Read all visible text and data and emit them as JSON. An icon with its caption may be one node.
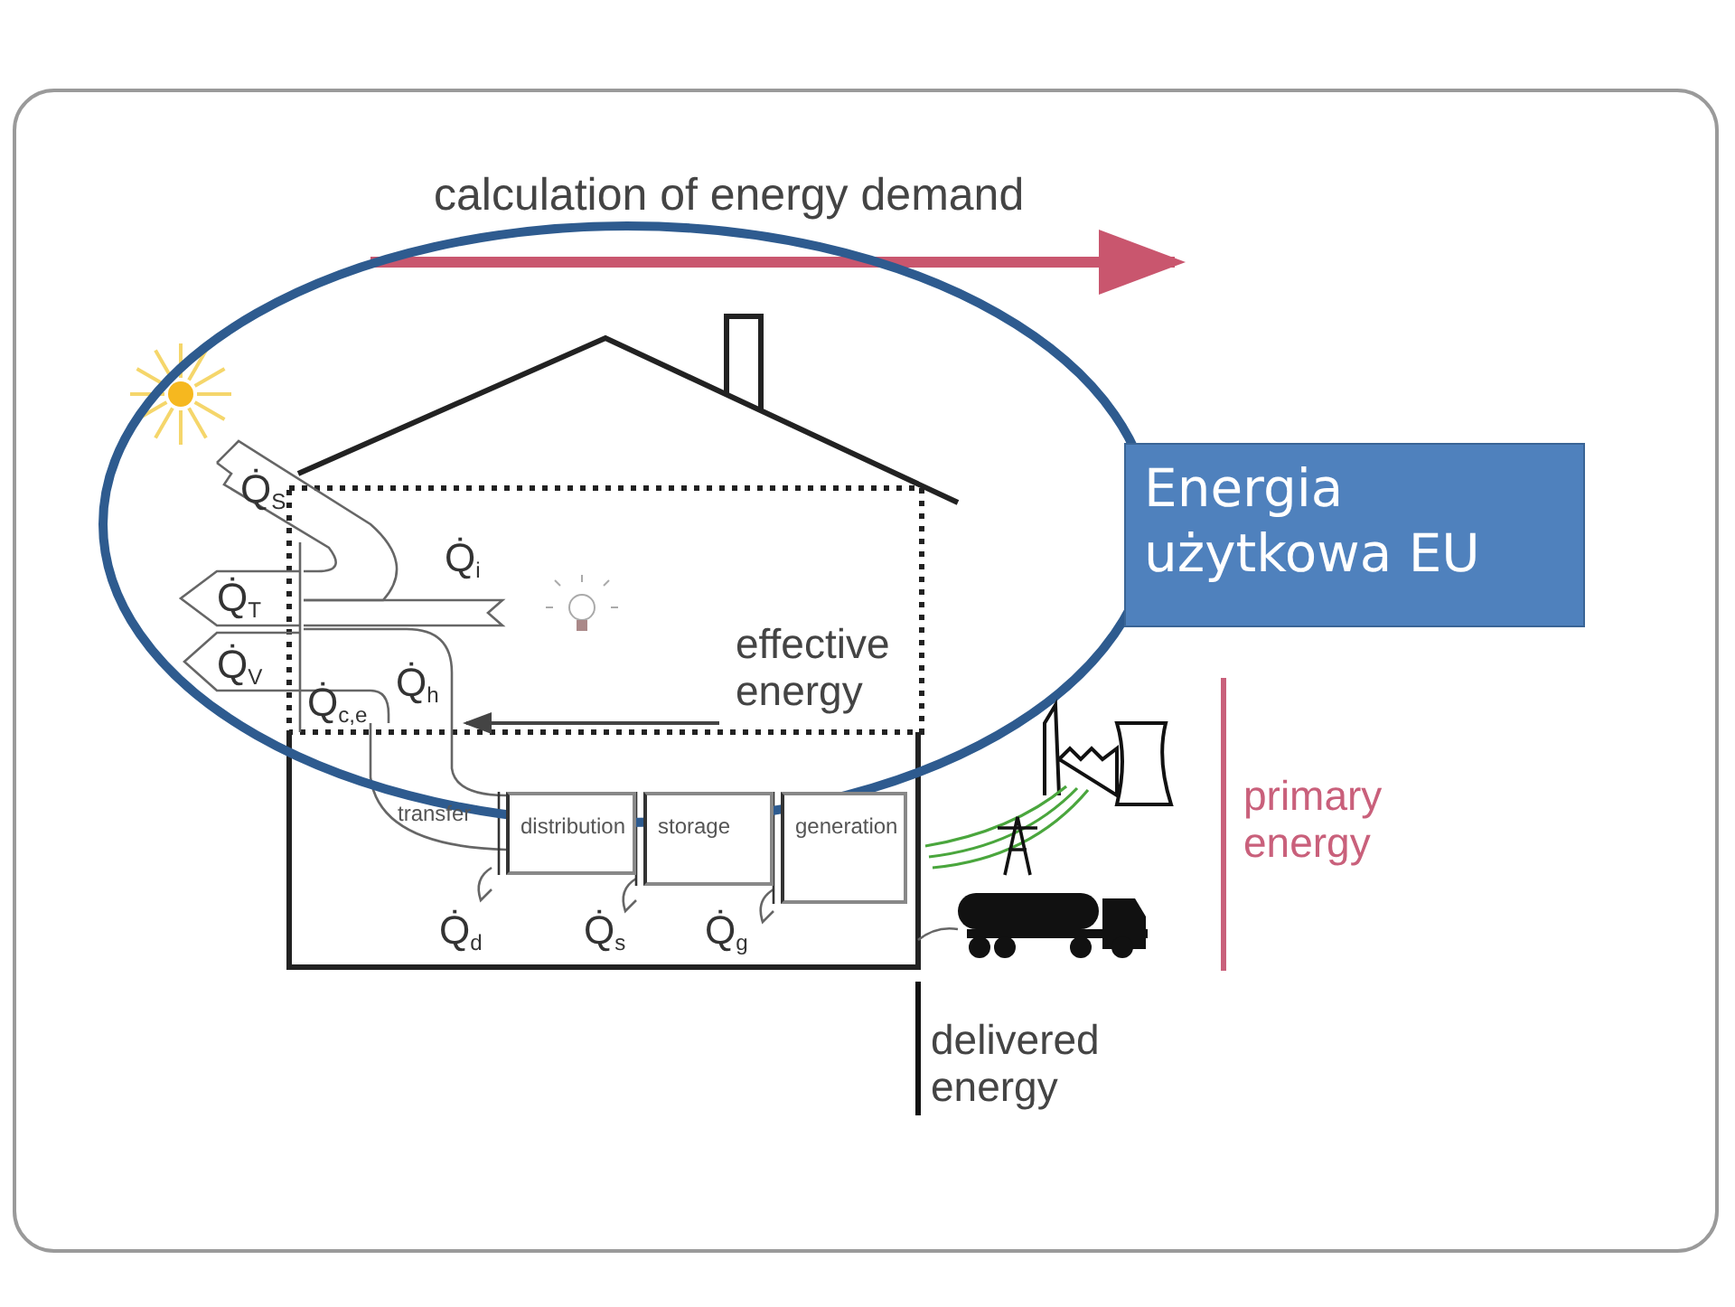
{
  "diagram": {
    "nodes": [
      {
        "text": [
          "Energia użytkowa EU"
        ]
      },
      {
        "text": [
          "distribution"
        ]
      },
      {
        "text": [
          "storage"
        ]
      },
      {
        "text": [
          "generation"
        ]
      }
    ],
    "labels": [
      "calculation of energy demand",
      "Q̇$_{S}$",
      "Q̇$_{i}$",
      "Q̇$_{T}$",
      "Q̇$_{V}$",
      "Q̇$_{h}$",
      "effective energy",
      "Q̇$_{c,e}$",
      "transfer",
      "primary energy",
      "Q̇$_{d}$",
      "Q̇$_{s}$",
      "Q̇$_{g}$",
      "delivered energy"
    ]
  }
}
